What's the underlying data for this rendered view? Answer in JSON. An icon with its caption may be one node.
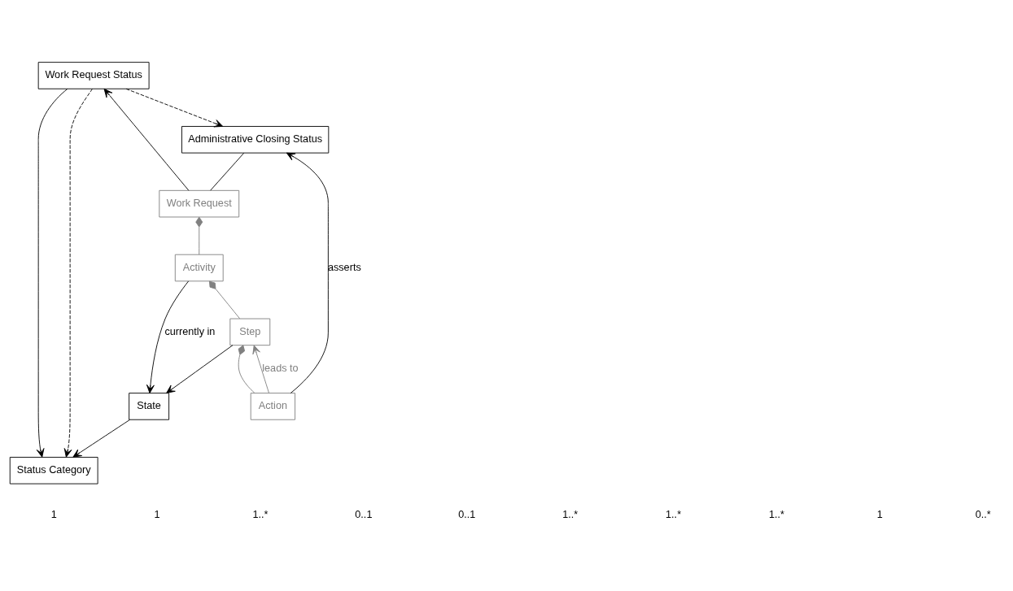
{
  "diagram": {
    "nodes": [
      {
        "text": [
          "Work Request Status"
        ]
      },
      {
        "text": [
          "Administrative Closing Status"
        ]
      },
      {
        "text": [
          "Status Category"
        ]
      },
      {
        "text": [
          "State"
        ]
      },
      {
        "text": [
          "Work Request"
        ]
      },
      {
        "text": [
          "Activity"
        ]
      },
      {
        "text": [
          "Step"
        ]
      },
      {
        "text": [
          "Action"
        ]
      }
    ],
    "edges": [
      {
        "from": 4,
        "to": 0,
        "arrow": "to"
      },
      {
        "from": 0,
        "to": 2,
        "arrow": "to"
      },
      {
        "from": 0,
        "to": 2,
        "arrow": "to",
        "style": "dashed"
      },
      {
        "from": 0,
        "to": 1,
        "arrow": "to",
        "style": "dashed"
      },
      {
        "from": 1,
        "to": 4,
        "arrow": "none"
      },
      {
        "from": 4,
        "to": 5,
        "arrow": "other",
        "color": "#808080"
      },
      {
        "from": 3,
        "to": 2,
        "arrow": "to"
      },
      {
        "from": 5,
        "to": 3,
        "arrow": "to",
        "label": "currently in"
      },
      {
        "from": 5,
        "to": 6,
        "arrow": "other",
        "color": "#808080"
      },
      {
        "from": 6,
        "to": 3,
        "arrow": "to"
      },
      {
        "from": 6,
        "to": 7,
        "arrow": "other",
        "color": "#808080"
      },
      {
        "from": 7,
        "to": 6,
        "arrow": "to",
        "label": "leads to",
        "color": "#808080"
      },
      {
        "from": 7,
        "to": 1,
        "arrow": "to",
        "label": "asserts"
      }
    ],
    "labels": [
      "1",
      "1",
      "1..*",
      "0..1",
      "0..1",
      "1..*",
      "1..*",
      "1..*",
      "1",
      "0..*"
    ]
  }
}
